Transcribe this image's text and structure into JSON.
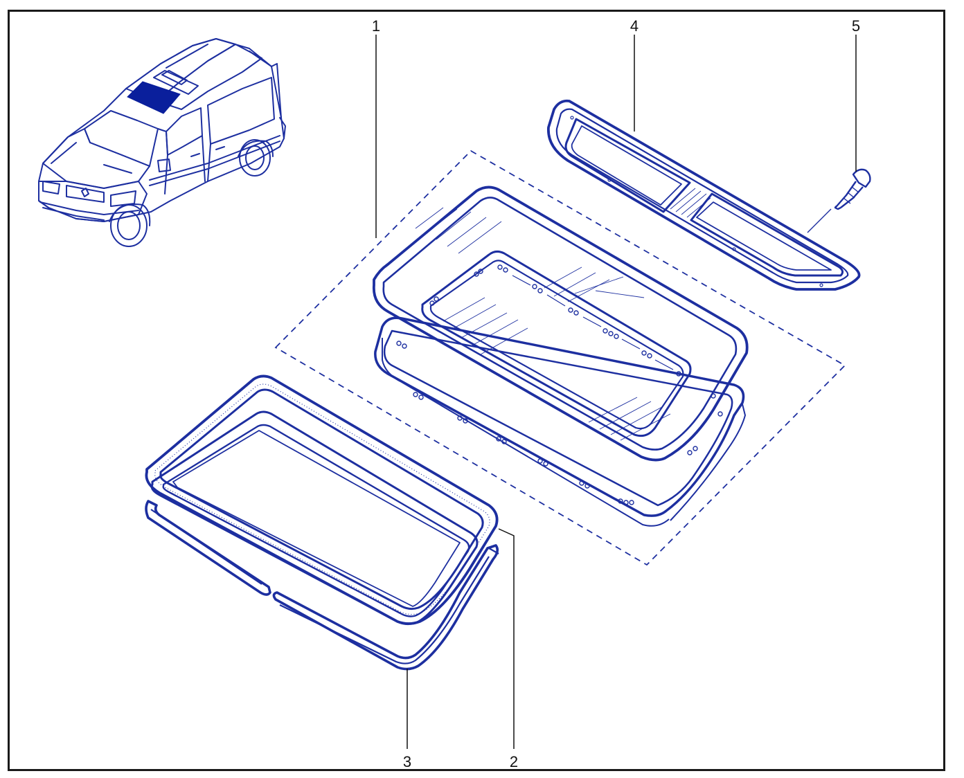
{
  "colors": {
    "line": "#1d2fa0",
    "highlight": "#0a1f9c",
    "frame": "#1a1a1a",
    "text": "#111111"
  },
  "callouts": {
    "c1": "1",
    "c2": "2",
    "c3": "3",
    "c4": "4",
    "c5": "5"
  }
}
